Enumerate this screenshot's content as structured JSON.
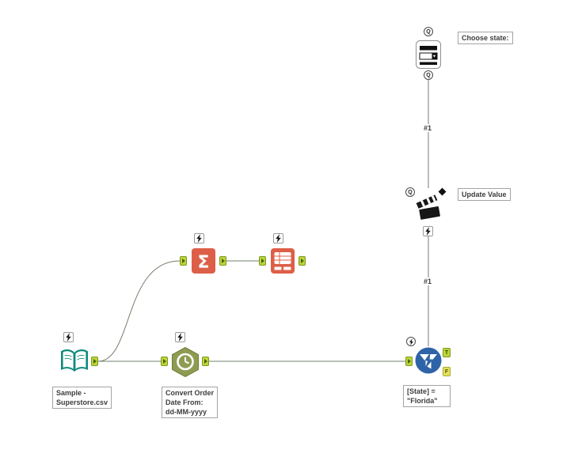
{
  "anchors": {
    "q": "Q",
    "t": "T",
    "f": "F"
  },
  "icons": {
    "summarize_glyph": "Σ"
  },
  "annotations": {
    "dropdown": "Choose state:",
    "action": "Update Value",
    "filter": "[State] =\n\"Florida\"",
    "input": "Sample -\nSuperstore.csv",
    "datetime": "Convert Order\nDate From:\ndd-MM-yyyy"
  },
  "connections": {
    "dropdown_to_action": "#1",
    "action_to_filter": "#1"
  },
  "colors": {
    "input_teal": "#0e8a7c",
    "datetime_olive": "#8e9c52",
    "summarize_coral": "#dd5f47",
    "filter_blue": "#2e63a8",
    "anchor_green": "#bcd53a",
    "false_anchor_yellow": "#e3e35c",
    "wire": "#72806b"
  }
}
